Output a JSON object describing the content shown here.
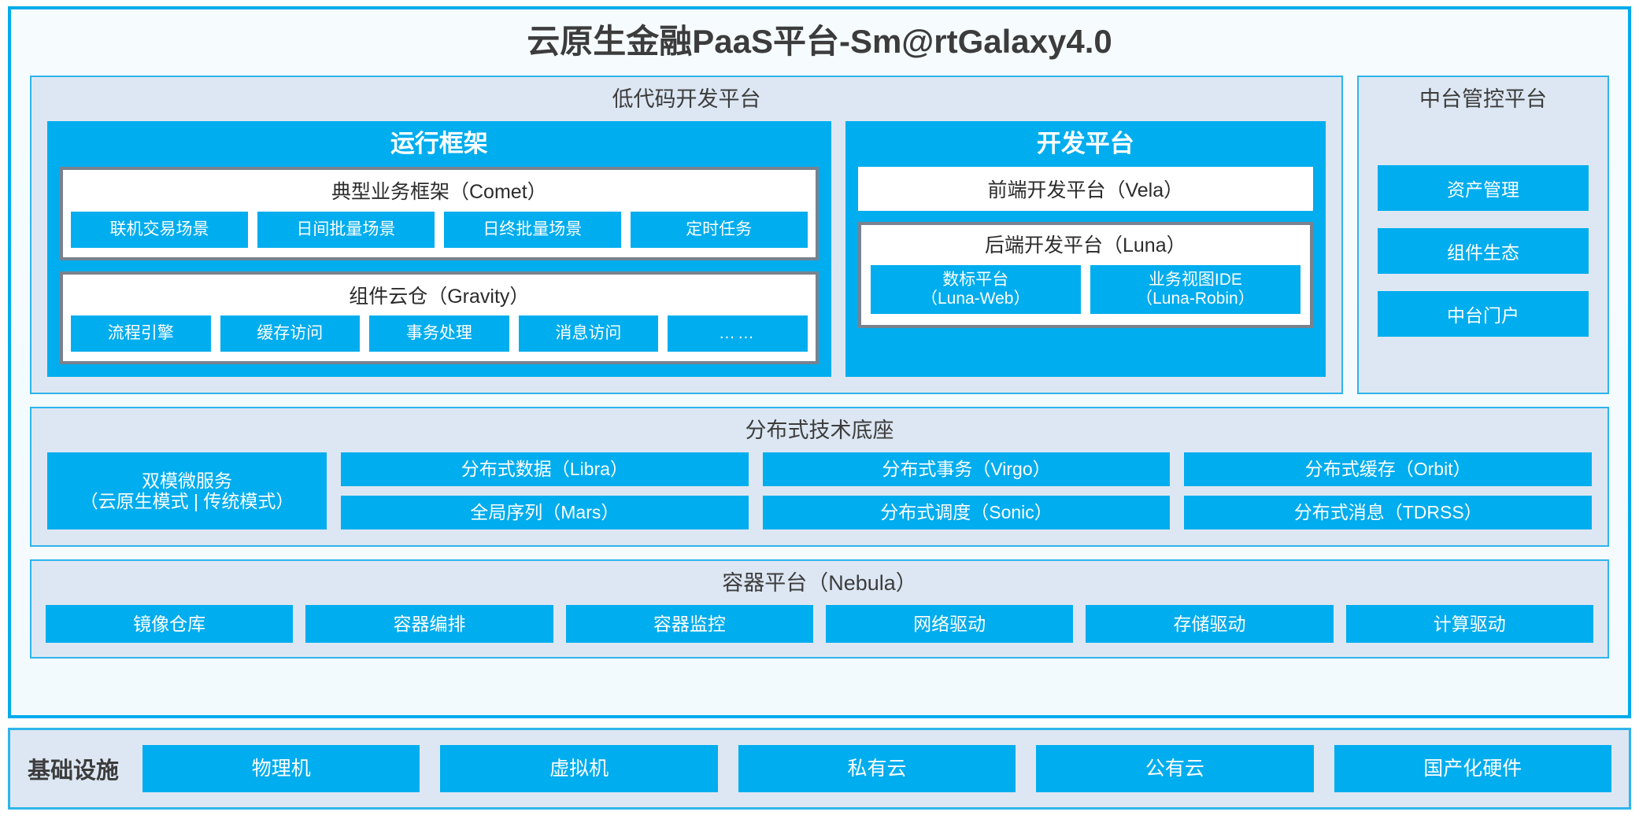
{
  "platform": {
    "title": "云原生金融PaaS平台-Sm@rtGalaxy4.0"
  },
  "colors": {
    "accent_blue": "#00ADEE",
    "panel_bg": "#DDE7F3",
    "panel_border": "#2FB4EC",
    "card_border_gray": "#78828F",
    "text_dark": "#3C3C3C",
    "shell_bg": "#F6FCFE"
  },
  "lowcode": {
    "title": "低代码开发平台",
    "runtime_framework": {
      "title": "运行框架",
      "comet": {
        "title": "典型业务框架（Comet）",
        "items": [
          "联机交易场景",
          "日间批量场景",
          "日终批量场景",
          "定时任务"
        ]
      },
      "gravity": {
        "title": "组件云仓（Gravity）",
        "items": [
          "流程引擎",
          "缓存访问",
          "事务处理",
          "消息访问",
          "……"
        ]
      }
    },
    "dev_platform": {
      "title": "开发平台",
      "frontend": "前端开发平台（Vela）",
      "backend": {
        "title": "后端开发平台（Luna）",
        "items": [
          {
            "line1": "数标平台",
            "line2": "（Luna-Web）"
          },
          {
            "line1": "业务视图IDE",
            "line2": "（Luna-Robin）"
          }
        ]
      }
    }
  },
  "mid_platform": {
    "title": "中台管控平台",
    "items": [
      "资产管理",
      "组件生态",
      "中台门户"
    ]
  },
  "distributed_base": {
    "title": "分布式技术底座",
    "microservice": {
      "line1": "双模微服务",
      "line2": "（云原生模式 | 传统模式）"
    },
    "columns": [
      [
        "分布式数据（Libra）",
        "全局序列（Mars）"
      ],
      [
        "分布式事务（Virgo）",
        "分布式调度（Sonic）"
      ],
      [
        "分布式缓存（Orbit）",
        "分布式消息（TDRSS）"
      ]
    ]
  },
  "container_platform": {
    "title": "容器平台（Nebula）",
    "items": [
      "镜像仓库",
      "容器编排",
      "容器监控",
      "网络驱动",
      "存储驱动",
      "计算驱动"
    ]
  },
  "infrastructure": {
    "label": "基础设施",
    "items": [
      "物理机",
      "虚拟机",
      "私有云",
      "公有云",
      "国产化硬件"
    ]
  }
}
